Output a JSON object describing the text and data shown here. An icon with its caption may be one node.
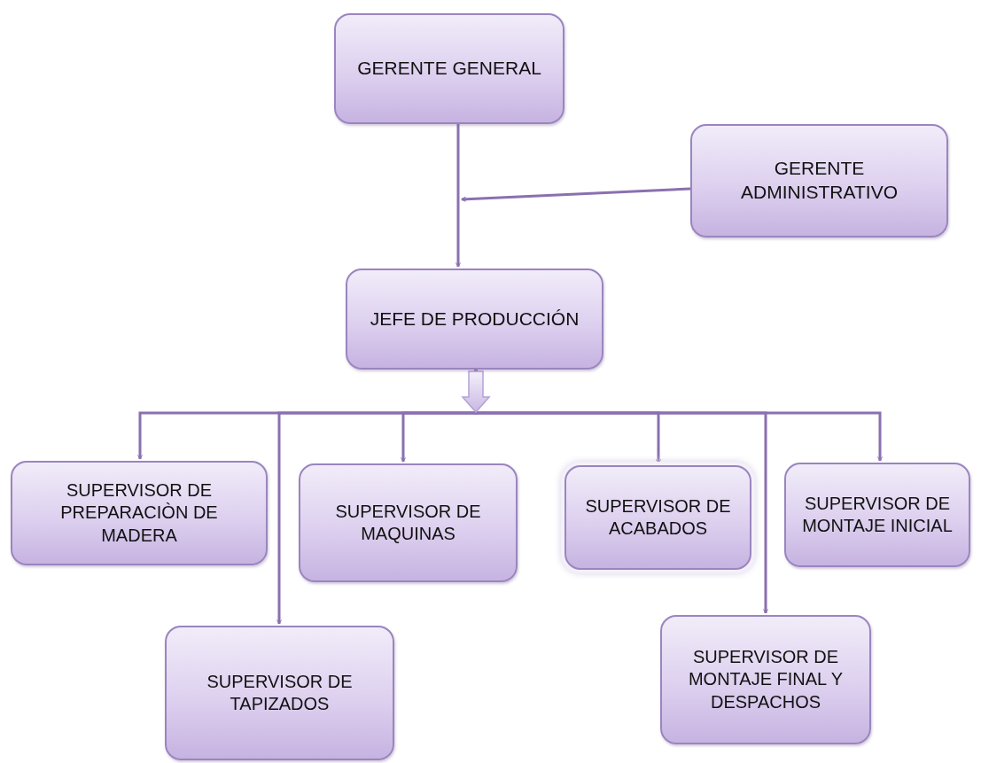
{
  "diagram": {
    "nodes": [
      {
        "text": [
          "GERENTE GENERAL"
        ]
      },
      {
        "text": [
          "GERENTE ADMINISTRATIVO"
        ]
      },
      {
        "text": [
          "JEFE DE PRODUCCIÓN"
        ]
      },
      {
        "text": [
          "SUPERVISOR DE PREPARACIÒN DE MADERA"
        ]
      },
      {
        "text": [
          "SUPERVISOR DE MAQUINAS"
        ]
      },
      {
        "text": [
          "SUPERVISOR DE ACABADOS"
        ]
      },
      {
        "text": [
          "SUPERVISOR DE MONTAJE INICIAL"
        ]
      },
      {
        "text": [
          "SUPERVISOR DE TAPIZADOS"
        ]
      },
      {
        "text": [
          "SUPERVISOR DE MONTAJE FINAL Y DESPACHOS"
        ]
      }
    ],
    "edges": [
      {
        "from": 0,
        "to": 2,
        "arrow": "to"
      },
      {
        "from": 1,
        "to": null,
        "arrow": "to"
      },
      {
        "from": 2,
        "to": 3,
        "arrow": "to"
      },
      {
        "from": 2,
        "to": 4,
        "arrow": "to"
      },
      {
        "from": 2,
        "to": 5,
        "arrow": "to"
      },
      {
        "from": 2,
        "to": 6,
        "arrow": "to"
      },
      {
        "from": 2,
        "to": 7,
        "arrow": "to"
      },
      {
        "from": 2,
        "to": 8,
        "arrow": "to"
      }
    ]
  }
}
